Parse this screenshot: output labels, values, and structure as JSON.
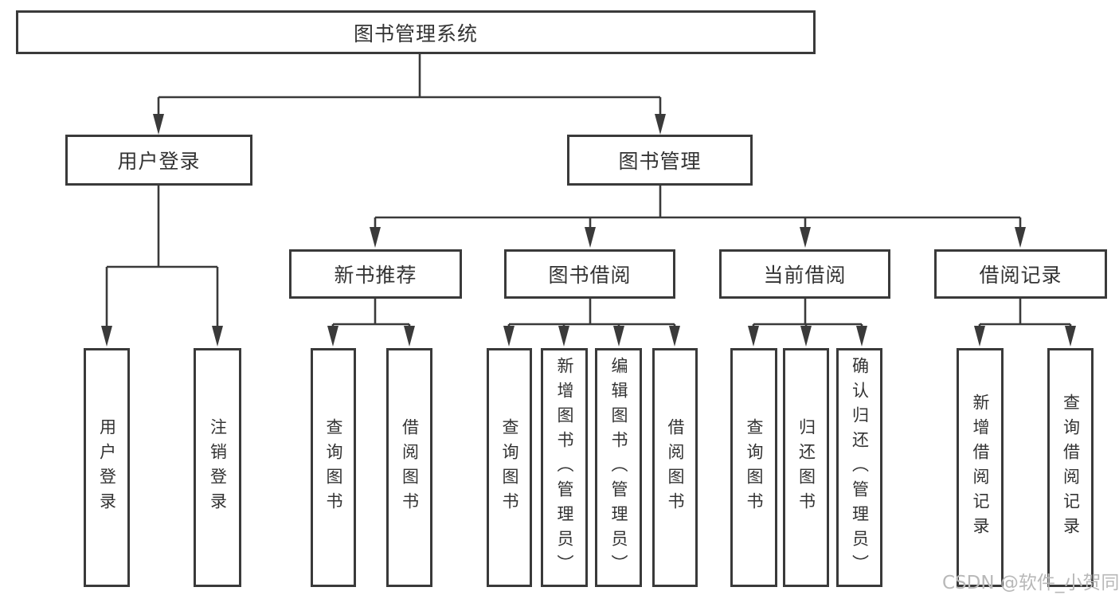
{
  "diagram": {
    "title": "图书管理系统",
    "user_login_branch": {
      "label": "用户登录",
      "children": {
        "login": "用户登录",
        "logout": "注销登录"
      }
    },
    "book_mgmt_branch": {
      "label": "图书管理",
      "sections": {
        "new_book": {
          "label": "新书推荐",
          "children": {
            "query": "查询图书",
            "borrow": "借阅图书"
          }
        },
        "borrowing": {
          "label": "图书借阅",
          "children": {
            "query": "查询图书",
            "add": "新增图书（管理员）",
            "edit": "编辑图书（管理员）",
            "borrow": "借阅图书"
          }
        },
        "current": {
          "label": "当前借阅",
          "children": {
            "query": "查询图书",
            "return": "归还图书",
            "confirm": "确认归还（管理员）"
          }
        },
        "records": {
          "label": "借阅记录",
          "children": {
            "add": "新增借阅记录",
            "query": "查询借阅记录"
          }
        }
      }
    }
  },
  "watermark": "CSDN @软件_小贺同学",
  "colors": {
    "line": "#3a3a3a",
    "text": "#333333",
    "watermark": "#b8b8b8",
    "background": "#ffffff"
  }
}
